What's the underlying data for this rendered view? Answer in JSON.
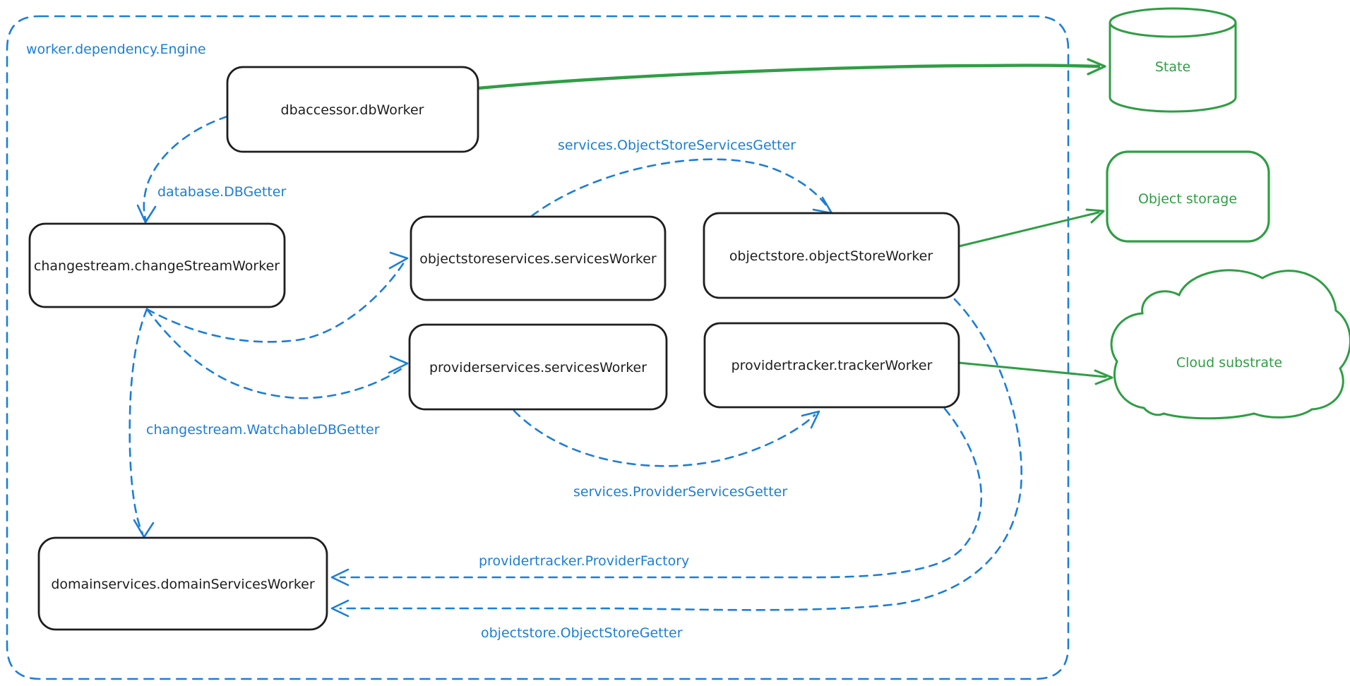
{
  "diagram": {
    "title": "worker.dependency.Engine",
    "colors": {
      "dependency_blue": "#1c7ed6",
      "resource_green": "#2f9e44",
      "node_stroke": "#1e1e1e",
      "background": "#ffffff"
    },
    "nodes": [
      {
        "id": "dbaccessor",
        "label": "dbaccessor.dbWorker"
      },
      {
        "id": "changestream",
        "label": "changestream.changeStreamWorker"
      },
      {
        "id": "objectstoreservices",
        "label": "objectstoreservices.servicesWorker"
      },
      {
        "id": "objectstore",
        "label": "objectstore.objectStoreWorker"
      },
      {
        "id": "providerservices",
        "label": "providerservices.servicesWorker"
      },
      {
        "id": "providertracker",
        "label": "providertracker.trackerWorker"
      },
      {
        "id": "domainservices",
        "label": "domainservices.domainServicesWorker"
      }
    ],
    "externals": [
      {
        "id": "state",
        "label": "State",
        "shape": "cylinder"
      },
      {
        "id": "object-storage",
        "label": "Object storage",
        "shape": "rounded-rect"
      },
      {
        "id": "cloud-substrate",
        "label": "Cloud substrate",
        "shape": "cloud"
      }
    ],
    "edges": [
      {
        "from": "dbaccessor",
        "to": "changestream",
        "label": "database.DBGetter",
        "style": "dashed",
        "color": "#1c7ed6"
      },
      {
        "from": "objectstoreservices",
        "to": "objectstore",
        "label": "services.ObjectStoreServicesGetter",
        "style": "dashed",
        "color": "#1c7ed6"
      },
      {
        "from": "changestream",
        "to": "objectstoreservices",
        "label": "",
        "style": "dashed",
        "color": "#1c7ed6"
      },
      {
        "from": "changestream",
        "to": "providerservices",
        "label": "",
        "style": "dashed",
        "color": "#1c7ed6"
      },
      {
        "from": "changestream",
        "to": "domainservices",
        "label": "changestream.WatchableDBGetter",
        "style": "dashed",
        "color": "#1c7ed6"
      },
      {
        "from": "providerservices",
        "to": "providertracker",
        "label": "services.ProviderServicesGetter",
        "style": "dashed",
        "color": "#1c7ed6"
      },
      {
        "from": "providertracker",
        "to": "domainservices",
        "label": "providertracker.ProviderFactory",
        "style": "dashed",
        "color": "#1c7ed6"
      },
      {
        "from": "objectstore",
        "to": "domainservices",
        "label": "objectstore.ObjectStoreGetter",
        "style": "dashed",
        "color": "#1c7ed6"
      },
      {
        "from": "dbaccessor",
        "to": "state",
        "label": "",
        "style": "solid",
        "color": "#2f9e44"
      },
      {
        "from": "objectstore",
        "to": "object-storage",
        "label": "",
        "style": "solid",
        "color": "#2f9e44"
      },
      {
        "from": "providertracker",
        "to": "cloud-substrate",
        "label": "",
        "style": "solid",
        "color": "#2f9e44"
      }
    ]
  }
}
